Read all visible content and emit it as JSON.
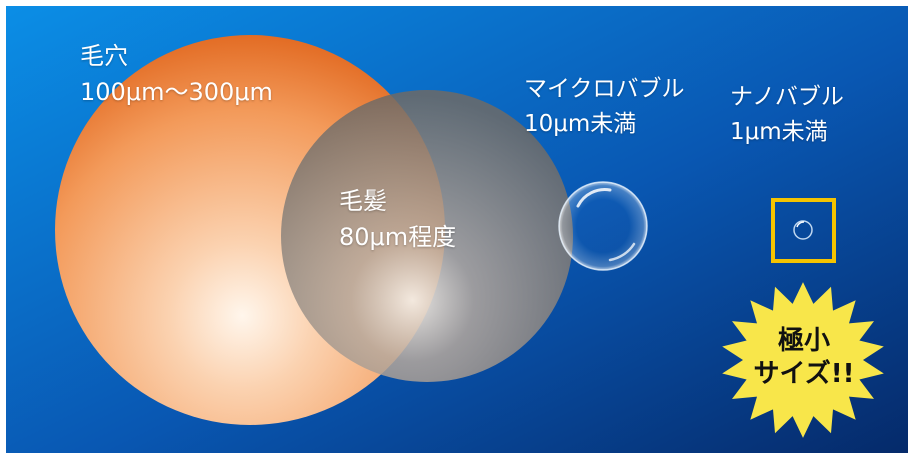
{
  "pore": {
    "name": "毛穴",
    "size": "100μm〜300μm"
  },
  "hair": {
    "name": "毛髪",
    "size": "80μm程度"
  },
  "microbubble": {
    "name": "マイクロバブル",
    "size": "10μm未満"
  },
  "nanobubble": {
    "name": "ナノバブル",
    "size": "1μm未満"
  },
  "callout": {
    "line1": "極小",
    "line2": "サイズ!!"
  },
  "colors": {
    "background_top": "#0a7fd8",
    "background_bottom": "#06367a",
    "pore": "#f4a36a",
    "hair": "#8a8680",
    "highlight_box": "#f5c400",
    "burst": "#f8e64a",
    "text": "#ffffff"
  }
}
